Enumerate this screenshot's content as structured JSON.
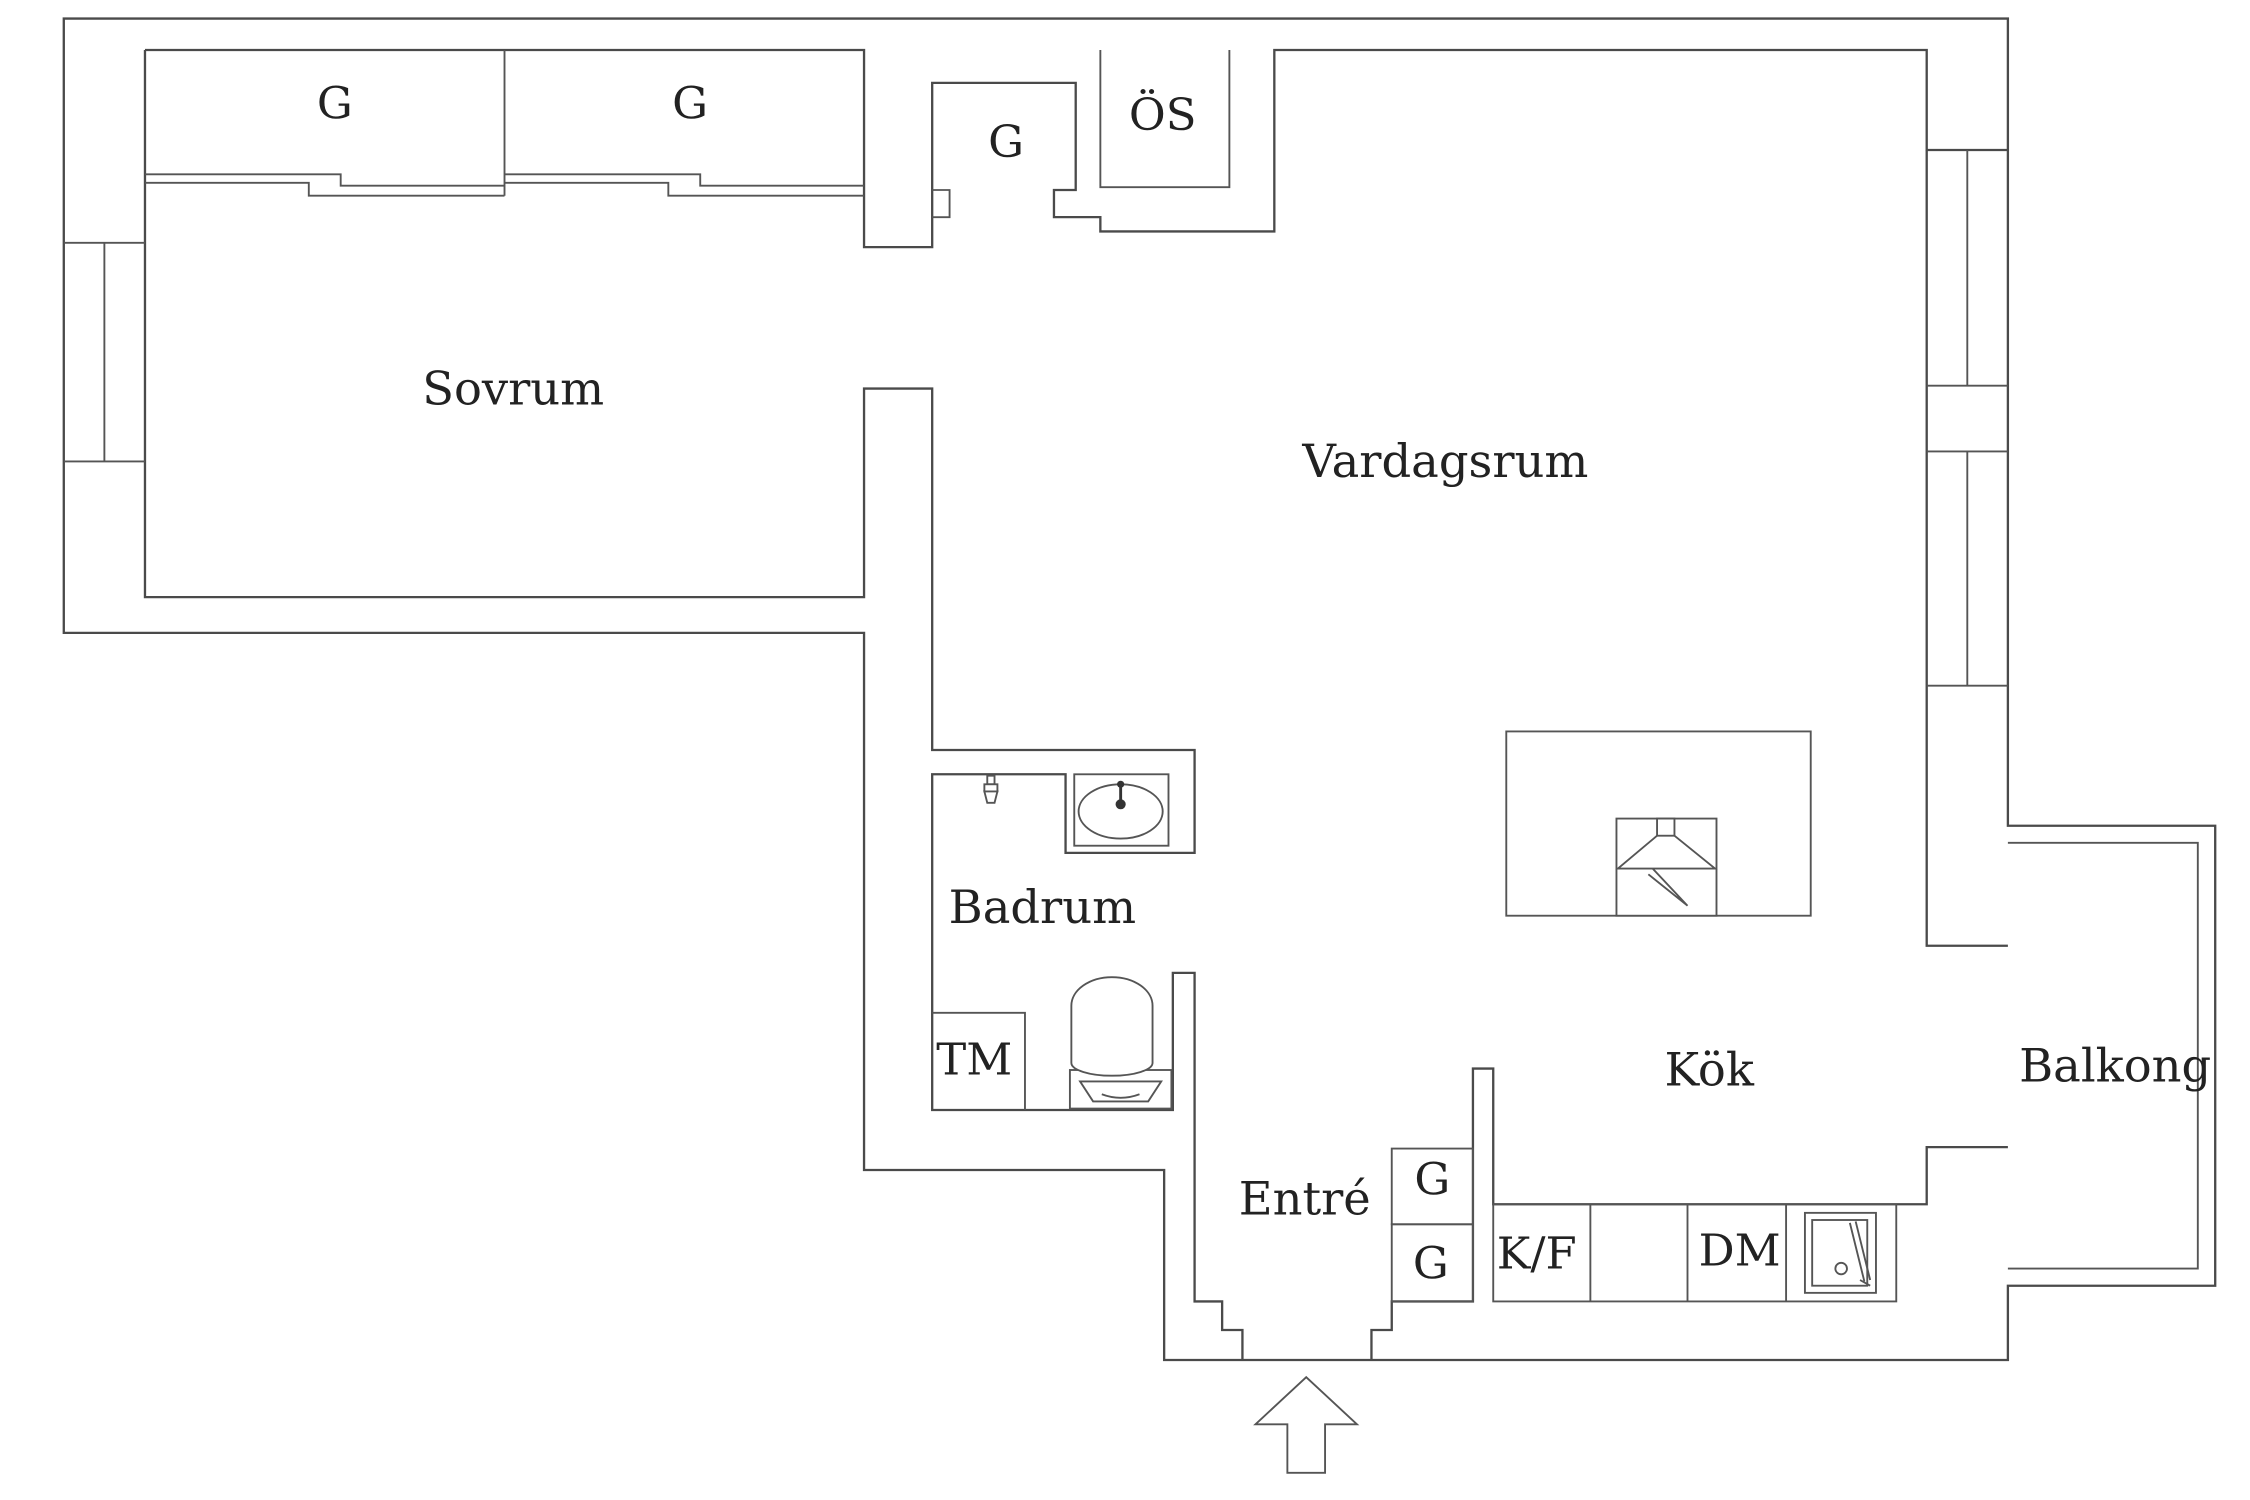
{
  "plan": {
    "rooms": {
      "sovrum": "Sovrum",
      "vardagsrum": "Vardagsrum",
      "badrum": "Badrum",
      "kok": "Kök",
      "entre": "Entré",
      "balkong": "Balkong"
    },
    "storage": {
      "g1": "G",
      "g2": "G",
      "g3": "G",
      "os": "ÖS",
      "g_entre_top": "G",
      "g_entre_bottom": "G"
    },
    "appliances": {
      "tm": "TM",
      "kf": "K/F",
      "dm": "DM"
    }
  },
  "colors": {
    "line": "#4a4a4a",
    "background": "#ffffff",
    "text": "#222222"
  }
}
